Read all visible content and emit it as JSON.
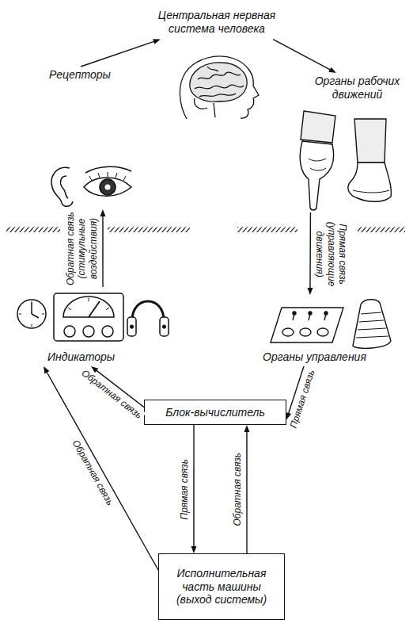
{
  "diagram": {
    "nodes": [
      {
        "text": [
          "Центральная нервная система человека"
        ]
      },
      {
        "text": [
          "Рецепторы"
        ]
      },
      {
        "text": [
          "Органы рабочих движений"
        ]
      },
      {
        "text": [
          "Индикаторы"
        ]
      },
      {
        "text": [
          "Органы управления"
        ]
      },
      {
        "text": [
          "Блок-вычислитель"
        ]
      },
      {
        "text": [
          "Исполнительная часть машины (выход системы)"
        ]
      }
    ],
    "edges": [
      {
        "from": 1,
        "to": 0,
        "arrow": "to"
      },
      {
        "from": 0,
        "to": 2,
        "arrow": "to"
      },
      {
        "from": 3,
        "to": 1,
        "label": "Обратная связь (стимульные воздействия)",
        "arrow": "to"
      },
      {
        "from": 2,
        "to": 4,
        "label": "Прямая связь (управляющие движения)",
        "arrow": "to"
      },
      {
        "from": 4,
        "to": 5,
        "label": "Прямая связь",
        "arrow": "to"
      },
      {
        "from": 5,
        "to": 3,
        "label": "Обратная связь",
        "arrow": "to"
      },
      {
        "from": 5,
        "to": 6,
        "label": "Прямая связь",
        "arrow": "to"
      },
      {
        "from": 6,
        "to": 5,
        "label": "Обратная связь",
        "arrow": "to"
      },
      {
        "from": 6,
        "to": 3,
        "label": "Обратная связь",
        "arrow": "to"
      }
    ]
  }
}
